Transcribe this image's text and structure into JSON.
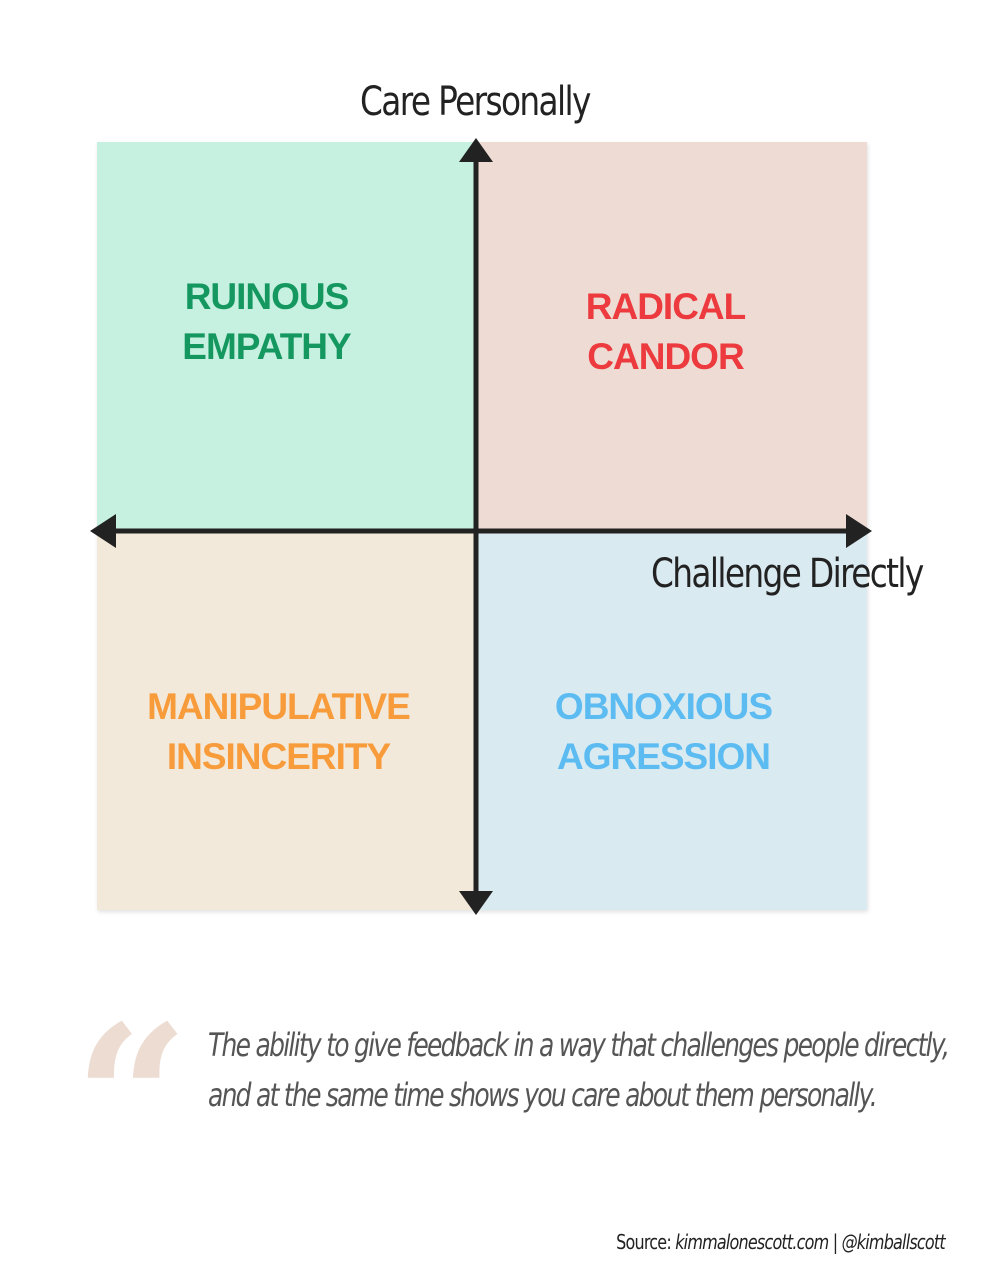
{
  "axes": {
    "y_title": "Care Personally",
    "x_title": "Challenge Directly"
  },
  "quadrants": {
    "top_left": {
      "line1": "RUINOUS",
      "line2": "EMPATHY",
      "bg": "#c6f0e0",
      "color": "#159860"
    },
    "top_right": {
      "line1": "RADICAL",
      "line2": "CANDOR",
      "bg": "#eedcd4",
      "color": "#ec3a3e"
    },
    "bottom_left": {
      "line1": "MANIPULATIVE",
      "line2": "INSINCERITY",
      "bg": "#f2e9da",
      "color": "#f79b3b"
    },
    "bottom_right": {
      "line1": "OBNOXIOUS",
      "line2": "AGRESSION",
      "bg": "#d9eaf1",
      "color": "#5cbcf1"
    }
  },
  "quote": {
    "mark": "“",
    "line1": "The ability to give feedback in a way that challenges people directly,",
    "line2": "and at the same time shows you care about them personally."
  },
  "source": {
    "label": "Source: ",
    "site": "kimmalonescott.com",
    "sep": " | ",
    "handle": "@kimballscott"
  },
  "colors": {
    "axis": "#222222",
    "quote_mark": "#eddcd2",
    "quote_text": "#555555"
  }
}
